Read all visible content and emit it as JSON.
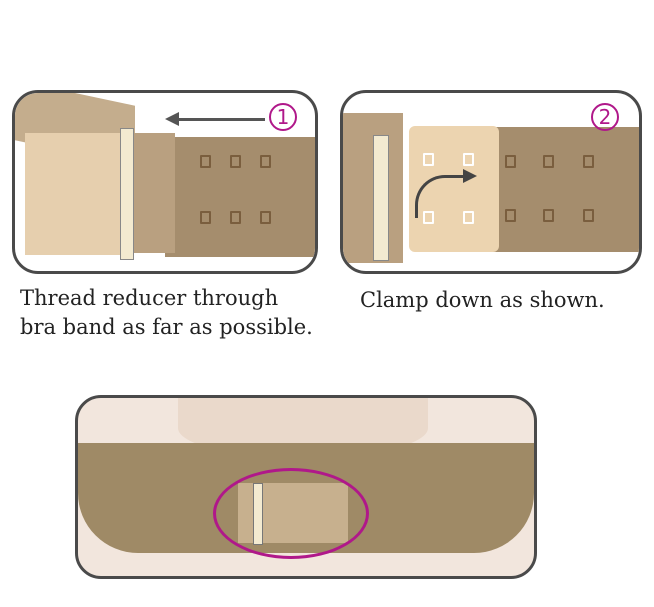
{
  "steps": [
    {
      "number": "1",
      "caption_line1": "Thread reducer through",
      "caption_line2": "bra band as far as possible."
    },
    {
      "number": "2",
      "caption_line1": "Clamp down as shown."
    }
  ],
  "colors": {
    "accent": "#b0188a",
    "frame": "#4a4a4a",
    "band": "#a58d6d",
    "reducer": "#e8d2ae"
  }
}
